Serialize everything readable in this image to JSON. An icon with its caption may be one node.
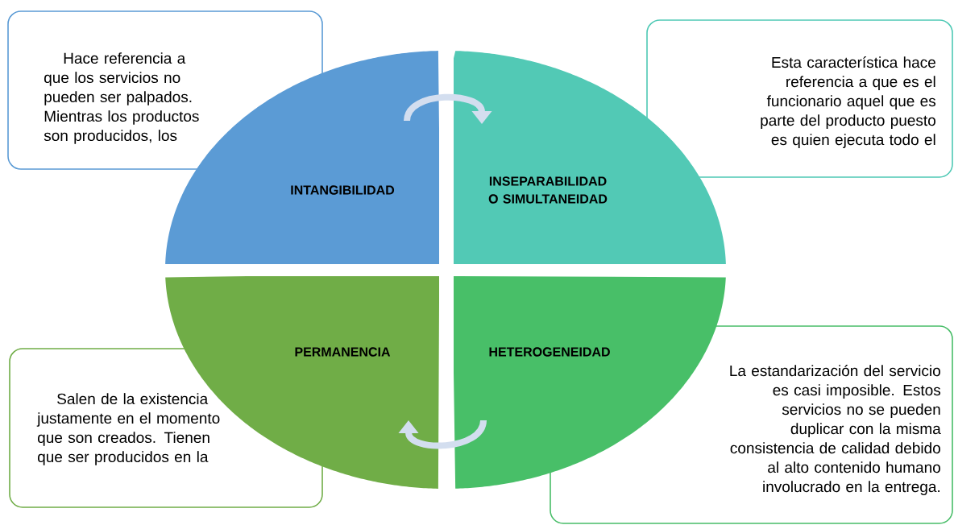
{
  "diagram": {
    "nodes": [
      {
        "text": [
          "Hace referencia a que los servicios no pueden ser palpados. Mientras los productos son producidos, los"
        ]
      },
      {
        "text": [
          "Esta característica hace referencia a que es el funcionario aquel que es parte del producto puesto es quien ejecuta todo el"
        ]
      },
      {
        "text": [
          "INTANGIBILIDAD"
        ]
      },
      {
        "text": [
          "INSEPARABILIDAD O SIMULTANEIDAD"
        ]
      },
      {
        "text": [
          "PERMANENCIA"
        ]
      },
      {
        "text": [
          "HETEROGENEIDAD"
        ]
      },
      {
        "text": [
          "Salen de la existencia justamente en el momento que son creados. Tienen que ser producidos en la"
        ]
      },
      {
        "text": [
          "La estandarización del servicio es casi imposible. Estos servicios no se pueden duplicar con la misma consistencia de calidad debido al alto contenido humano involucrado en la entrega."
        ]
      }
    ],
    "edges": [
      {
        "from": 2,
        "to": 3,
        "arrow": "to"
      },
      {
        "from": 5,
        "to": 4,
        "arrow": "to"
      }
    ]
  }
}
